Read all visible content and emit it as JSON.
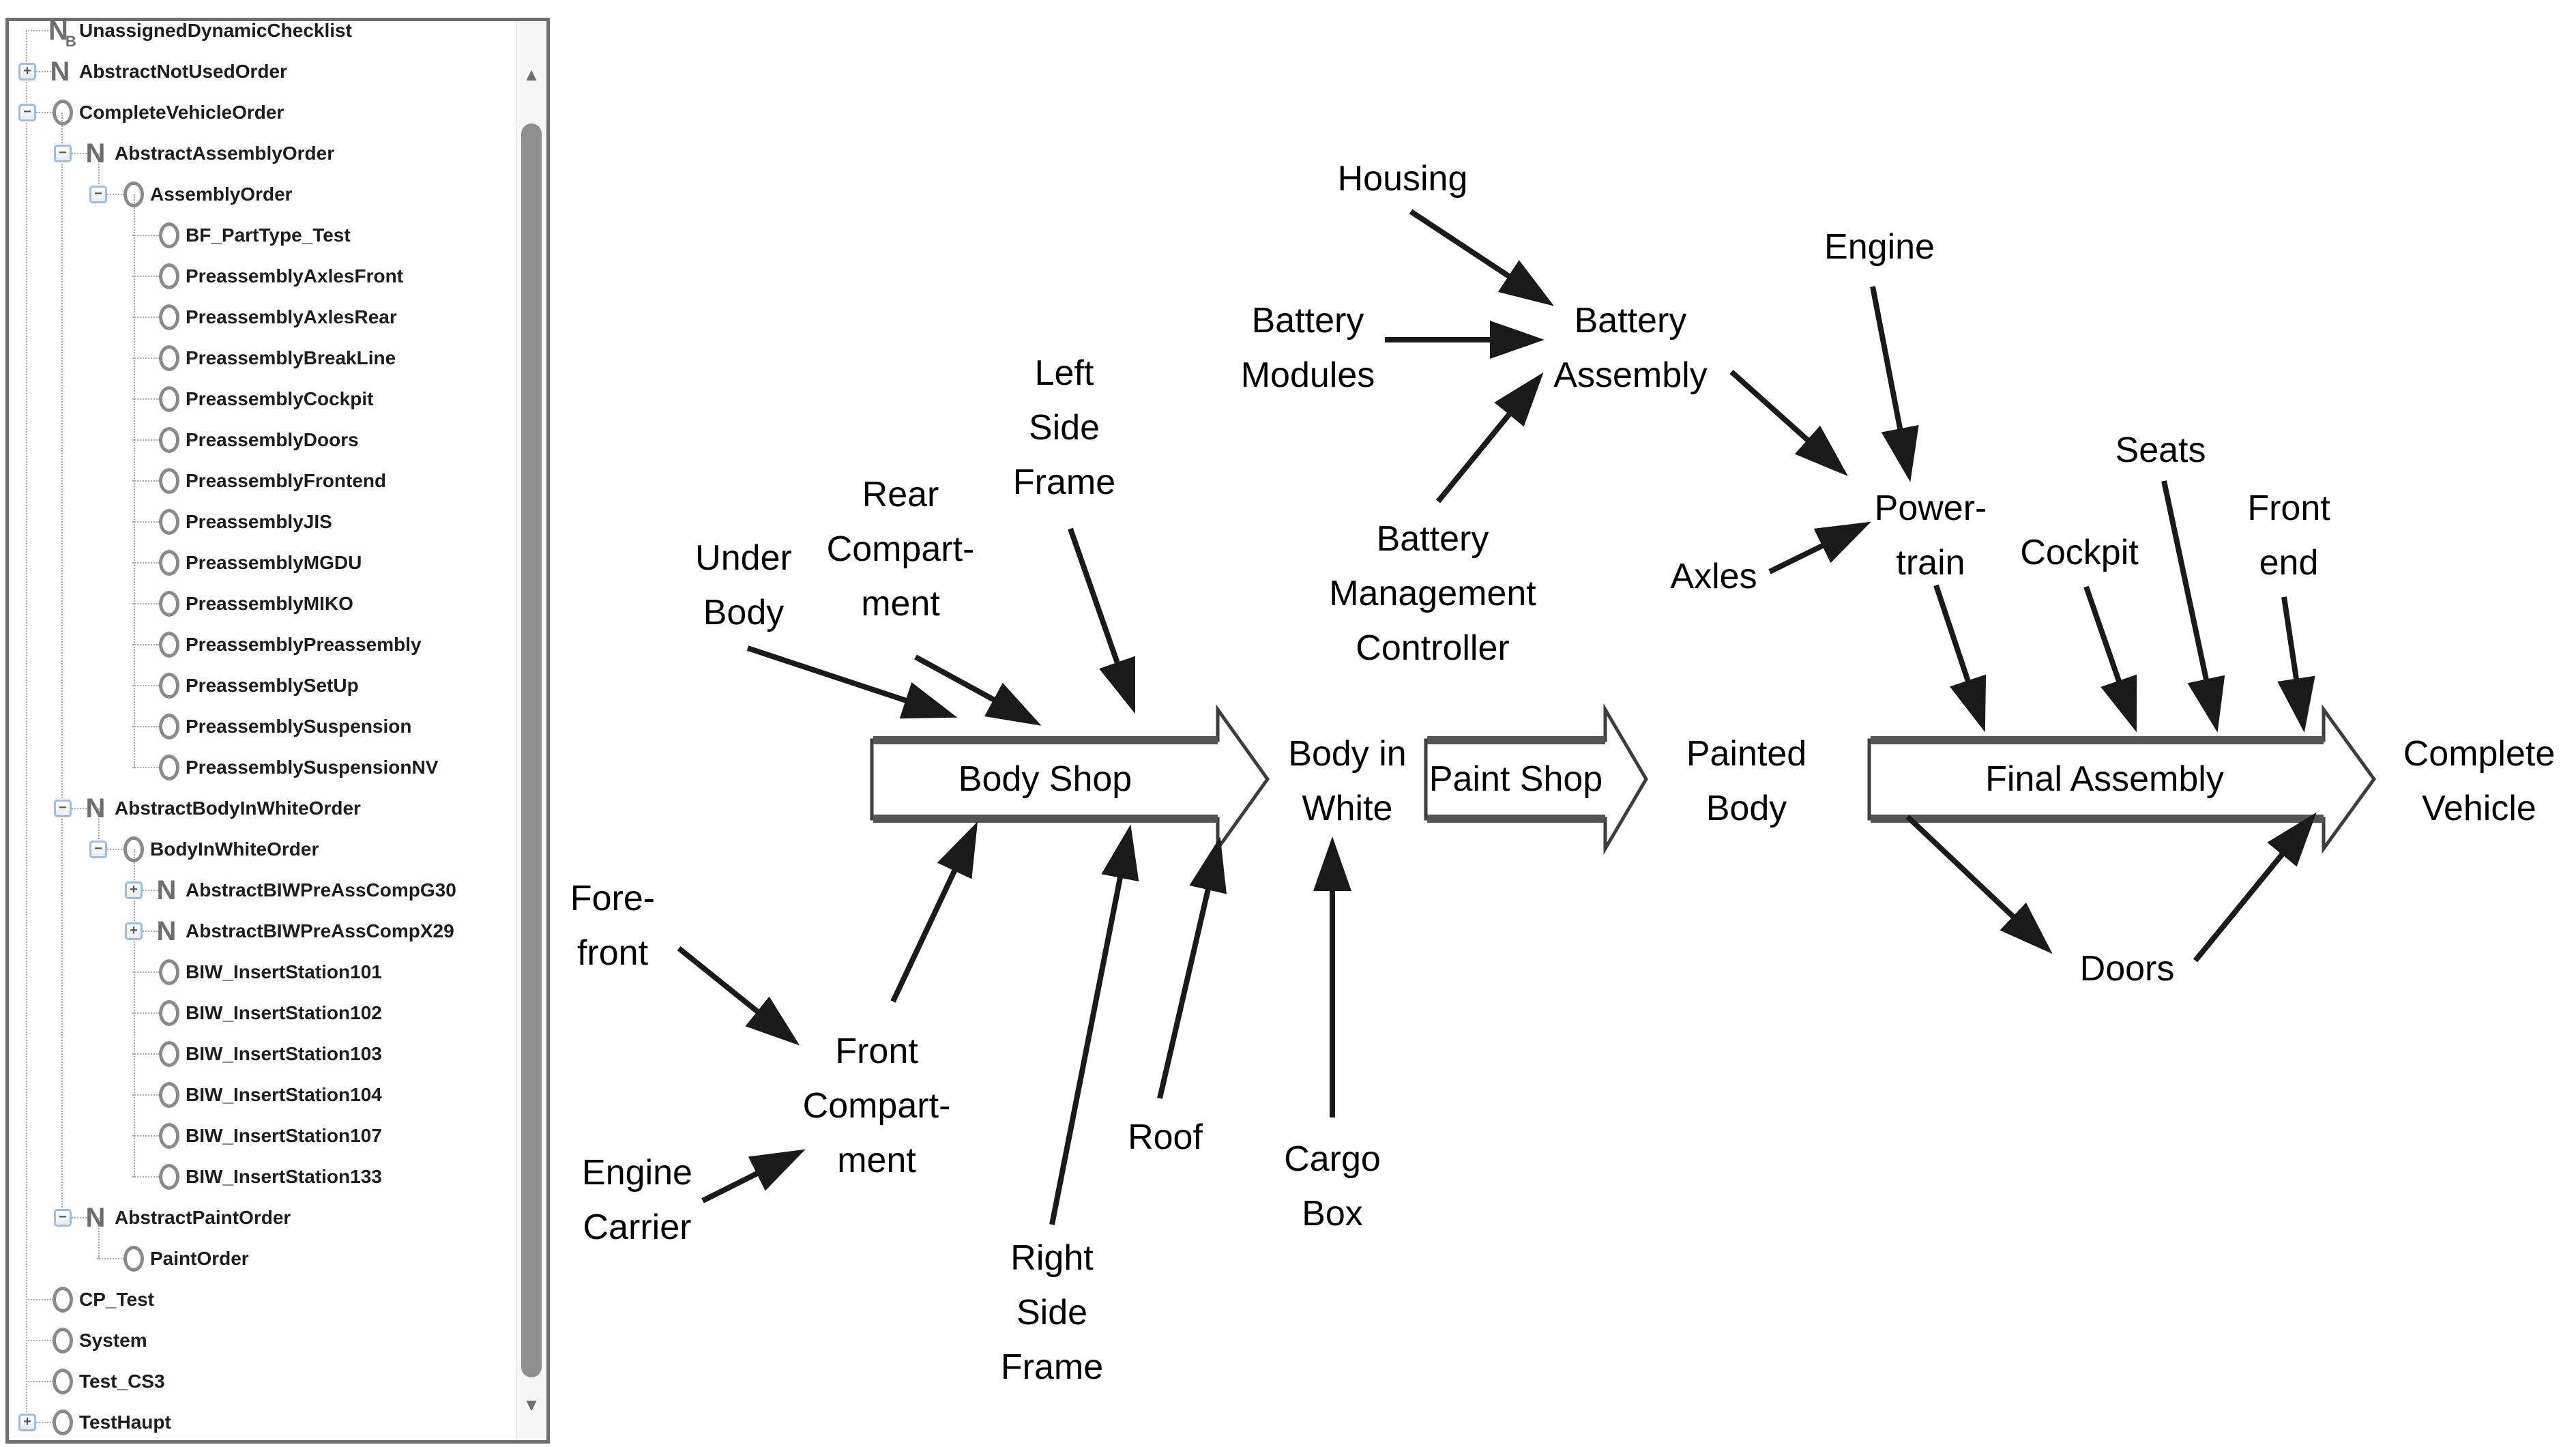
{
  "tree": {
    "expander_glyphs": {
      "plus": "+",
      "minus": "−"
    },
    "icon_glyphs": {
      "n": "N",
      "nb_main": "N",
      "nb_sub": "B"
    },
    "scrollbar": {
      "up": "▲",
      "down": "▼"
    },
    "items": [
      {
        "label": "UnassignedDynamicChecklist",
        "depth": 0,
        "icon": "NB",
        "expander": "none"
      },
      {
        "label": "AbstractNotUsedOrder",
        "depth": 0,
        "icon": "N",
        "expander": "plus"
      },
      {
        "label": "CompleteVehicleOrder",
        "depth": 0,
        "icon": "O",
        "expander": "minus"
      },
      {
        "label": "AbstractAssemblyOrder",
        "depth": 1,
        "icon": "N",
        "expander": "minus"
      },
      {
        "label": "AssemblyOrder",
        "depth": 2,
        "icon": "O",
        "expander": "minus"
      },
      {
        "label": "BF_PartType_Test",
        "depth": 3,
        "icon": "O",
        "expander": "none"
      },
      {
        "label": "PreassemblyAxlesFront",
        "depth": 3,
        "icon": "O",
        "expander": "none"
      },
      {
        "label": "PreassemblyAxlesRear",
        "depth": 3,
        "icon": "O",
        "expander": "none"
      },
      {
        "label": "PreassemblyBreakLine",
        "depth": 3,
        "icon": "O",
        "expander": "none"
      },
      {
        "label": "PreassemblyCockpit",
        "depth": 3,
        "icon": "O",
        "expander": "none"
      },
      {
        "label": "PreassemblyDoors",
        "depth": 3,
        "icon": "O",
        "expander": "none"
      },
      {
        "label": "PreassemblyFrontend",
        "depth": 3,
        "icon": "O",
        "expander": "none"
      },
      {
        "label": "PreassemblyJIS",
        "depth": 3,
        "icon": "O",
        "expander": "none"
      },
      {
        "label": "PreassemblyMGDU",
        "depth": 3,
        "icon": "O",
        "expander": "none"
      },
      {
        "label": "PreassemblyMIKO",
        "depth": 3,
        "icon": "O",
        "expander": "none"
      },
      {
        "label": "PreassemblyPreassembly",
        "depth": 3,
        "icon": "O",
        "expander": "none"
      },
      {
        "label": "PreassemblySetUp",
        "depth": 3,
        "icon": "O",
        "expander": "none"
      },
      {
        "label": "PreassemblySuspension",
        "depth": 3,
        "icon": "O",
        "expander": "none"
      },
      {
        "label": "PreassemblySuspensionNV",
        "depth": 3,
        "icon": "O",
        "expander": "none"
      },
      {
        "label": "AbstractBodyInWhiteOrder",
        "depth": 1,
        "icon": "N",
        "expander": "minus"
      },
      {
        "label": "BodyInWhiteOrder",
        "depth": 2,
        "icon": "O",
        "expander": "minus"
      },
      {
        "label": "AbstractBIWPreAssCompG30",
        "depth": 3,
        "icon": "N",
        "expander": "plus"
      },
      {
        "label": "AbstractBIWPreAssCompX29",
        "depth": 3,
        "icon": "N",
        "expander": "plus"
      },
      {
        "label": "BIW_InsertStation101",
        "depth": 3,
        "icon": "O",
        "expander": "none"
      },
      {
        "label": "BIW_InsertStation102",
        "depth": 3,
        "icon": "O",
        "expander": "none"
      },
      {
        "label": "BIW_InsertStation103",
        "depth": 3,
        "icon": "O",
        "expander": "none"
      },
      {
        "label": "BIW_InsertStation104",
        "depth": 3,
        "icon": "O",
        "expander": "none"
      },
      {
        "label": "BIW_InsertStation107",
        "depth": 3,
        "icon": "O",
        "expander": "none"
      },
      {
        "label": "BIW_InsertStation133",
        "depth": 3,
        "icon": "O",
        "expander": "none"
      },
      {
        "label": "AbstractPaintOrder",
        "depth": 1,
        "icon": "N",
        "expander": "minus"
      },
      {
        "label": "PaintOrder",
        "depth": 2,
        "icon": "O",
        "expander": "none"
      },
      {
        "label": "CP_Test",
        "depth": 0,
        "icon": "O",
        "expander": "none"
      },
      {
        "label": "System",
        "depth": 0,
        "icon": "O",
        "expander": "none"
      },
      {
        "label": "Test_CS3",
        "depth": 0,
        "icon": "O",
        "expander": "none"
      },
      {
        "label": "TestHaupt",
        "depth": 0,
        "icon": "O",
        "expander": "plus"
      }
    ]
  },
  "diagram": {
    "colors": {
      "arrow": "#1a1a1a",
      "block_fill": "#ffffff",
      "block_border": "#3d3d3d",
      "block_shade": "#555555"
    },
    "process_arrows": {
      "body_shop": "Body Shop",
      "paint_shop": "Paint Shop",
      "final_assembly": "Final Assembly"
    },
    "labels": {
      "housing": "Housing",
      "battery_modules": "Battery\nModules",
      "battery_assembly": "Battery\nAssembly",
      "battery_management": "Battery\nManagement\nController",
      "engine": "Engine",
      "powertrain": "Power-\ntrain",
      "axles": "Axles",
      "seats": "Seats",
      "cockpit": "Cockpit",
      "front_end": "Front\nend",
      "under_body": "Under\nBody",
      "rear_compartment": "Rear\nCompart-\nment",
      "left_side_frame": "Left\nSide\nFrame",
      "fore_front": "Fore-\nfront",
      "front_compartment": "Front\nCompart-\nment",
      "engine_carrier": "Engine\nCarrier",
      "right_side_frame": "Right\nSide\nFrame",
      "roof": "Roof",
      "cargo_box": "Cargo\nBox",
      "body_in_white": "Body in\nWhite",
      "painted_body": "Painted\nBody",
      "complete_vehicle": "Complete\nVehicle",
      "doors": "Doors"
    }
  }
}
